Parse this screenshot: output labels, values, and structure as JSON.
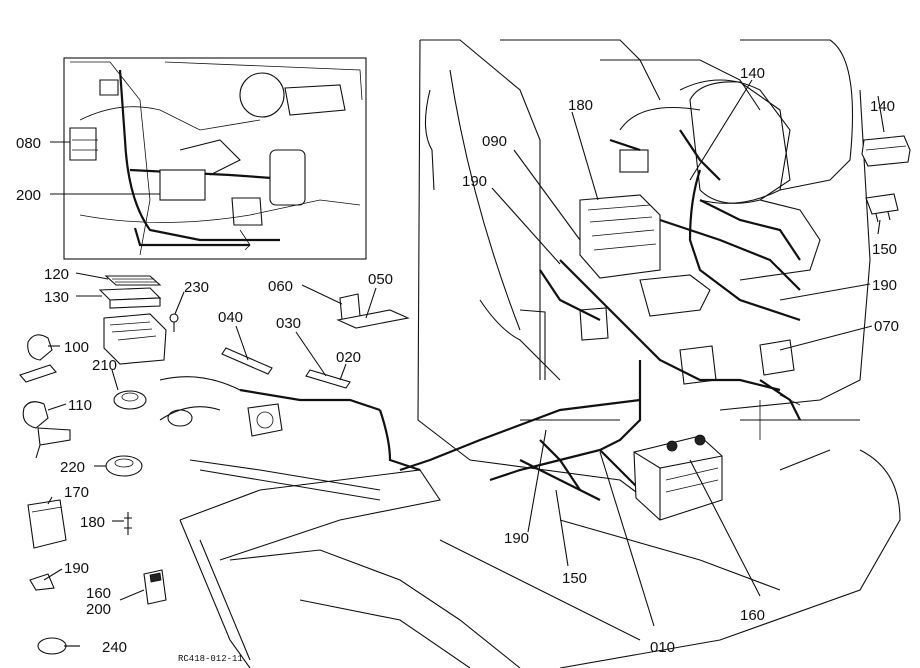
{
  "diagram": {
    "reference_code": "RC418-012-11",
    "labels": [
      {
        "id": "l080",
        "text": "080"
      },
      {
        "id": "l200a",
        "text": "200"
      },
      {
        "id": "l120",
        "text": "120"
      },
      {
        "id": "l130",
        "text": "130"
      },
      {
        "id": "l230",
        "text": "230"
      },
      {
        "id": "l100",
        "text": "100"
      },
      {
        "id": "l210",
        "text": "210"
      },
      {
        "id": "l110",
        "text": "110"
      },
      {
        "id": "l220",
        "text": "220"
      },
      {
        "id": "l170",
        "text": "170"
      },
      {
        "id": "l180a",
        "text": "180"
      },
      {
        "id": "l190a",
        "text": "190"
      },
      {
        "id": "l160a",
        "text": "160"
      },
      {
        "id": "l200b",
        "text": "200"
      },
      {
        "id": "l240",
        "text": "240"
      },
      {
        "id": "l040",
        "text": "040"
      },
      {
        "id": "l030",
        "text": "030"
      },
      {
        "id": "l060",
        "text": "060"
      },
      {
        "id": "l050",
        "text": "050"
      },
      {
        "id": "l020",
        "text": "020"
      },
      {
        "id": "l090",
        "text": "090"
      },
      {
        "id": "l180b",
        "text": "180"
      },
      {
        "id": "l140a",
        "text": "140"
      },
      {
        "id": "l190b",
        "text": "190"
      },
      {
        "id": "l140b",
        "text": "140"
      },
      {
        "id": "l150a",
        "text": "150"
      },
      {
        "id": "l190c",
        "text": "190"
      },
      {
        "id": "l070",
        "text": "070"
      },
      {
        "id": "l190d",
        "text": "190"
      },
      {
        "id": "l150b",
        "text": "150"
      },
      {
        "id": "l160b",
        "text": "160"
      },
      {
        "id": "l010",
        "text": "010"
      }
    ]
  }
}
